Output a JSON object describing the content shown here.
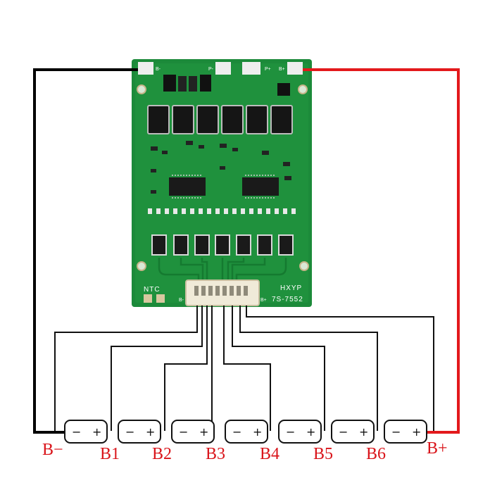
{
  "board": {
    "silkscreen": {
      "ntc": "NTC",
      "brand": "HXYP",
      "model": "7S-7552",
      "b_minus": "B-",
      "p_minus": "P-",
      "p_plus": "P+",
      "b_plus": "B+",
      "conn_b_minus": "B-",
      "conn_b_plus": "B+"
    },
    "colors": {
      "pcb": "#1c8a3a",
      "pcb_dark": "#146b2b",
      "negative_wire": "#000000",
      "positive_wire": "#e3191c",
      "label": "#d9141a"
    }
  },
  "cells": [
    {
      "minus": "−",
      "plus": "+"
    },
    {
      "minus": "−",
      "plus": "+"
    },
    {
      "minus": "−",
      "plus": "+"
    },
    {
      "minus": "−",
      "plus": "+"
    },
    {
      "minus": "−",
      "plus": "+"
    },
    {
      "minus": "−",
      "plus": "+"
    },
    {
      "minus": "−",
      "plus": "+"
    }
  ],
  "nodes": {
    "b_minus": "B−",
    "b1": "B1",
    "b2": "B2",
    "b3": "B3",
    "b4": "B4",
    "b5": "B5",
    "b6": "B6",
    "b_plus": "B+"
  }
}
